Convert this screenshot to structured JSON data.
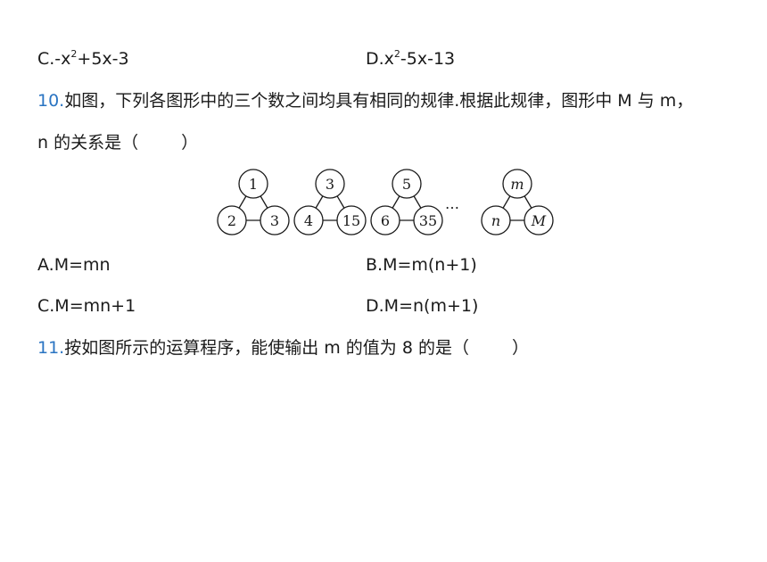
{
  "options_q9": {
    "c": {
      "base": "C.-x",
      "exp": "2",
      "rest": "+5x-3"
    },
    "d": {
      "base": "D.x",
      "exp": "2",
      "rest": "-5x-13"
    }
  },
  "q10": {
    "number": "10.",
    "text_line1": "如图，下列各图形中的三个数之间均具有相同的规律.根据此规律，图形中 M 与 m，",
    "text_line2_start": "n 的关系是（",
    "text_line2_end": "）",
    "figure": {
      "groups": [
        {
          "top": "1",
          "left": "2",
          "right": "3",
          "italic": false
        },
        {
          "top": "3",
          "left": "4",
          "right": "15",
          "italic": false
        },
        {
          "top": "5",
          "left": "6",
          "right": "35",
          "italic": false
        },
        {
          "top": "m",
          "left": "n",
          "right": "M",
          "italic": true
        }
      ],
      "ellipsis": "…"
    },
    "options": {
      "a": "A.M=mn",
      "b": "B.M=m(n+1)",
      "c": "C.M=mn+1",
      "d": "D.M=n(m+1)"
    }
  },
  "q11": {
    "number": "11.",
    "text_start": "按如图所示的运算程序，能使输出 m 的值为 8 的是（",
    "text_end": "）"
  }
}
